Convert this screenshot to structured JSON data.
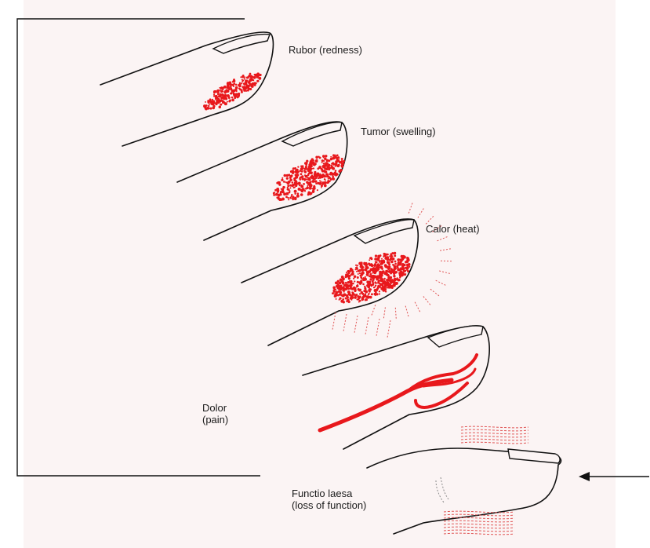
{
  "labels": {
    "rubor": "Rubor (redness)",
    "tumor": "Tumor (swelling)",
    "calor": "Calor (heat)",
    "dolor_line1": "Dolor",
    "dolor_line2": "(pain)",
    "functio_line1": "Functio laesa",
    "functio_line2": "(loss of function)"
  },
  "colors": {
    "inflammation": "#e8181c",
    "heat_rays": "#e05555",
    "outline": "#111111",
    "paper": "#fbf4f4"
  }
}
